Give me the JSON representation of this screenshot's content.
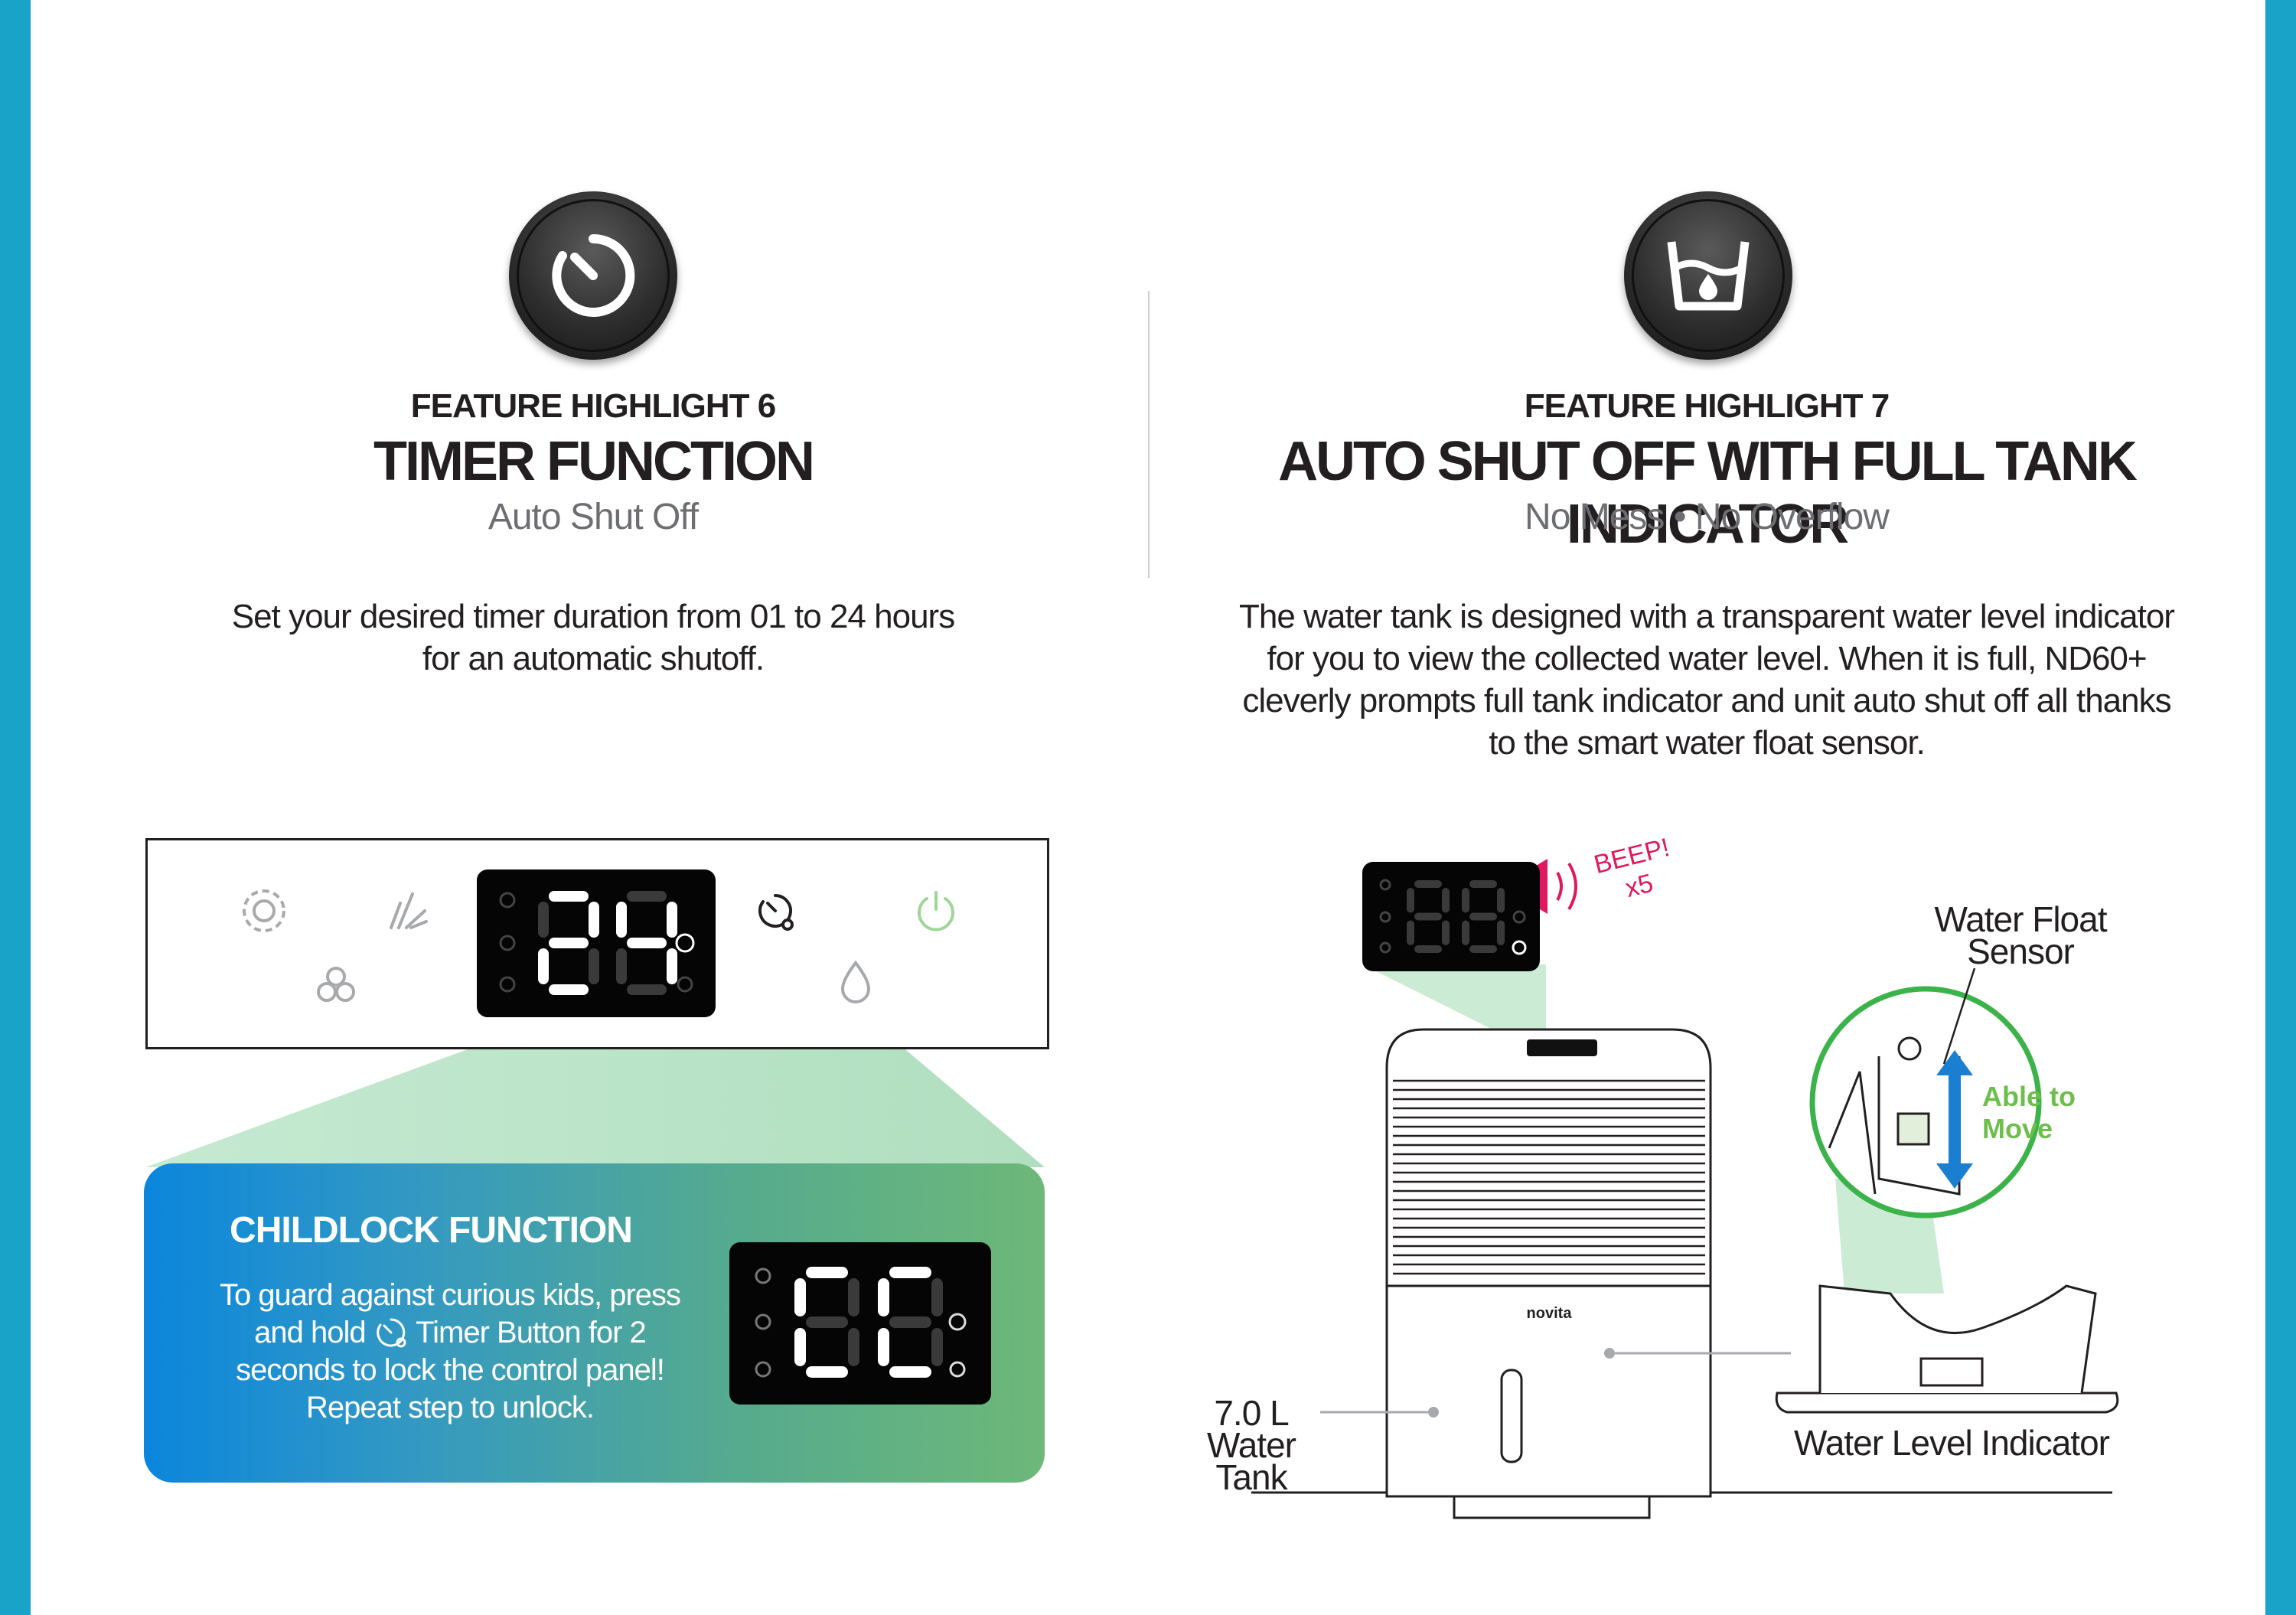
{
  "feature6": {
    "label": "FEATURE HIGHLIGHT 6",
    "title": "TIMER FUNCTION",
    "subtitle": "Auto Shut Off",
    "description_line1": "Set your desired timer duration from 01 to 24 hours",
    "description_line2": "for an automatic shutoff.",
    "icon": "timer-icon",
    "display_value": "24"
  },
  "feature7": {
    "label": "FEATURE HIGHLIGHT 7",
    "title": "AUTO SHUT OFF WITH FULL TANK INDICATOR",
    "subtitle": "No Mess • No Overflow",
    "description_line1": "The water tank is designed with a transparent water level indicator",
    "description_line2": "for you to view the collected water level. When it is full, ND60+",
    "description_line3": "cleverly prompts full tank indicator and unit auto shut off all thanks",
    "description_line4": "to the smart water float sensor.",
    "icon": "water-tank-icon",
    "beep_text": "BEEP!",
    "beep_count": "x5",
    "float_sensor_line1": "Water Float",
    "float_sensor_line2": "Sensor",
    "able_to_move_line1": "Able to",
    "able_to_move_line2": "Move",
    "tank_capacity": "7.0 L",
    "tank_label": "Water Tank",
    "level_indicator_label": "Water Level Indicator",
    "brand": "novita"
  },
  "childlock": {
    "title": "CHILDLOCK FUNCTION",
    "line1": "To guard against curious kids, press",
    "line2_before": "and hold",
    "line2_after": "Timer Button for 2",
    "line3": "seconds to lock the control panel!",
    "line4": "Repeat step to unlock.",
    "display_value": "CC"
  },
  "colors": {
    "frame": "#1aa3c8",
    "beep": "#e0195f",
    "green_accent": "#6dbf4b",
    "arrow_blue": "#1a7fd1",
    "card_gradient_start": "#0b86dd",
    "card_gradient_end": "#6db878"
  }
}
